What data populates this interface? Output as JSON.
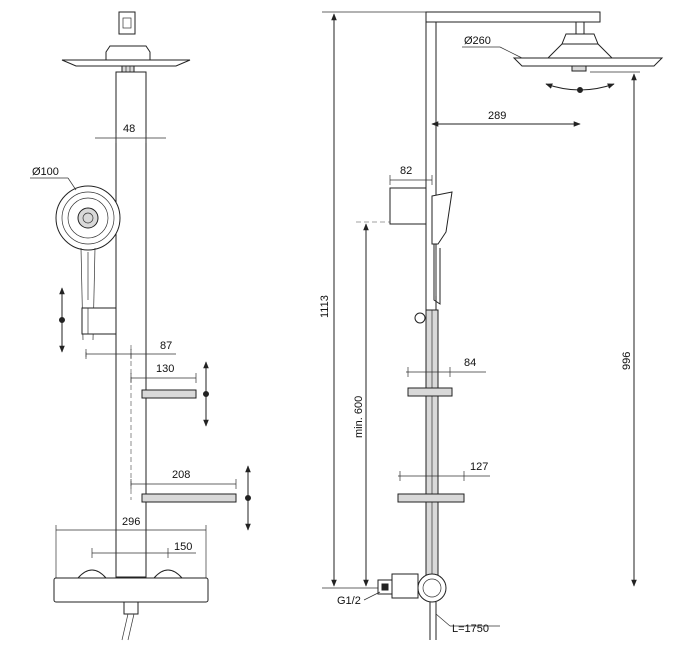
{
  "front_view": {
    "dim_pipe_width": "48",
    "dim_hand_shower_diameter": "Ø100",
    "dim_shelf_offset": "87",
    "dim_small_shelf_width": "130",
    "dim_large_shelf_width": "208",
    "dim_mixer_width": "296",
    "dim_mixer_centres": "150"
  },
  "side_view": {
    "dim_head_shower_diameter": "Ø260",
    "dim_arm_reach": "289",
    "dim_holder_offset": "82",
    "dim_total_height": "1113",
    "dim_head_height": "996",
    "dim_min_holder_height": "min. 600",
    "dim_small_shelf_depth": "84",
    "dim_large_shelf_depth": "127",
    "dim_connection": "G1/2",
    "dim_hose_length": "L=1750"
  }
}
